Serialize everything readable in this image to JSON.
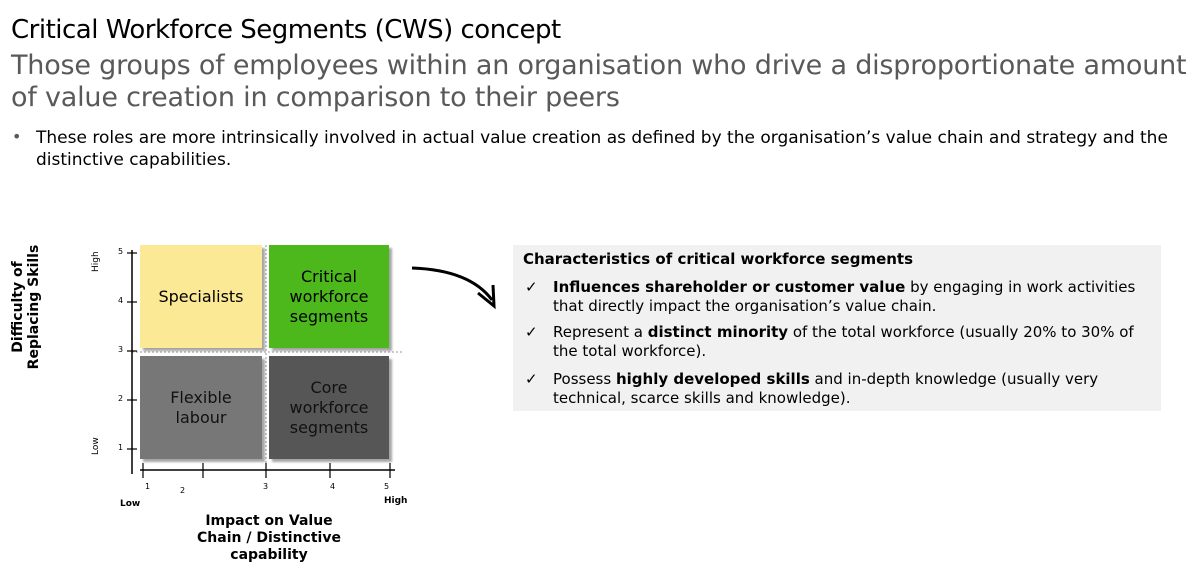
{
  "title": "Critical Workforce Segments (CWS) concept",
  "subtitle": "Those groups of employees within an organisation who drive a disproportionate amount of value creation in comparison to their peers",
  "bullet": {
    "symbol": "•",
    "text": "These roles are more intrinsically involved in actual value creation as defined by the organisation’s value chain and strategy and the distinctive capabilities."
  },
  "matrix": {
    "quadrants": {
      "specialists": "Specialists",
      "critical_l1": "Critical",
      "critical_l2": "workforce",
      "critical_l3": "segments",
      "flexible_l1": "Flexible",
      "flexible_l2": "labour",
      "core_l1": "Core",
      "core_l2": "workforce",
      "core_l3": "segments"
    },
    "colors": {
      "specialists": "#fbe996",
      "critical": "#4cb81c",
      "flexible": "#777777",
      "core": "#565656"
    },
    "y_axis": {
      "title_l1": "Difficulty of",
      "title_l2": "Replacing Skills",
      "high": "High",
      "low": "Low",
      "ticks": [
        "5",
        "4",
        "3",
        "2",
        "1"
      ]
    },
    "x_axis": {
      "title_l1": "Impact on Value",
      "title_l2": "Chain / Distinctive",
      "title_l3": "capability",
      "low": "Low",
      "high": "High",
      "ticks": [
        "1",
        "2",
        "3",
        "4",
        "5"
      ]
    }
  },
  "characteristics": {
    "title": "Characteristics of critical workforce segments",
    "check": "✓",
    "items": [
      {
        "bold": "Influences shareholder or customer value",
        "rest": " by engaging in work activities that directly impact the organisation’s value chain."
      },
      {
        "pre": "Represent a ",
        "bold": "distinct minority",
        "rest": " of the total workforce (usually 20% to 30% of the total workforce)."
      },
      {
        "pre": "Possess ",
        "bold": "highly developed skills",
        "rest": " and in-depth knowledge (usually very technical, scarce skills and knowledge)."
      }
    ]
  }
}
